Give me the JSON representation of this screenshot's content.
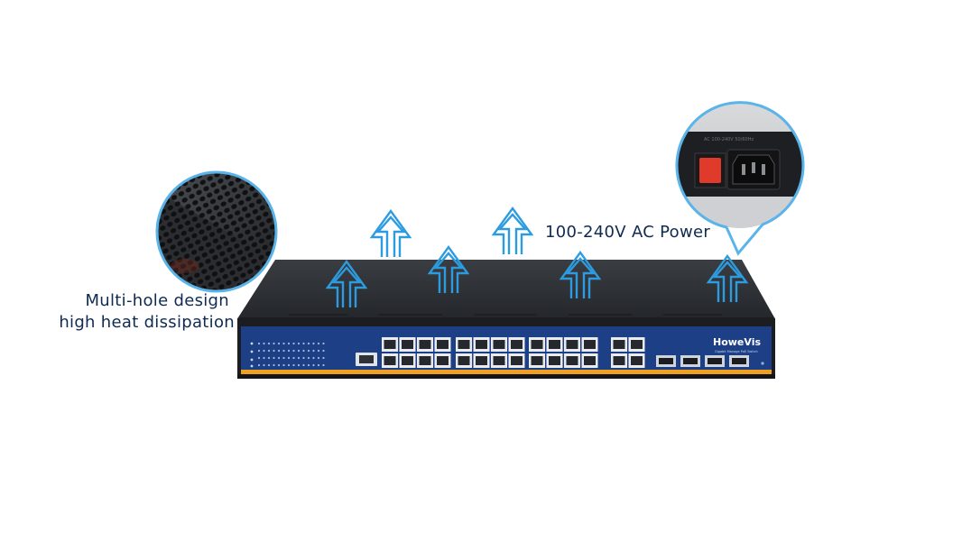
{
  "captions": {
    "heat_line1": "Multi-hole design",
    "heat_line2": "high heat dissipation",
    "power": "100-240V AC Power"
  },
  "product": {
    "brand_logo": "HoweVis",
    "brand_subtitle": "Gigabit Manage PoE Switch"
  },
  "colors": {
    "accent_blue": "#2d9be0",
    "caption_text": "#0f2b52",
    "panel_blue": "#1c3f86",
    "stripe_orange": "#f0a020",
    "chassis": "#2a2d31"
  },
  "icons": {
    "arrow": "upward-outline-arrow",
    "magnifier_left": "vent-holes-closeup",
    "magnifier_right": "power-socket-closeup"
  }
}
